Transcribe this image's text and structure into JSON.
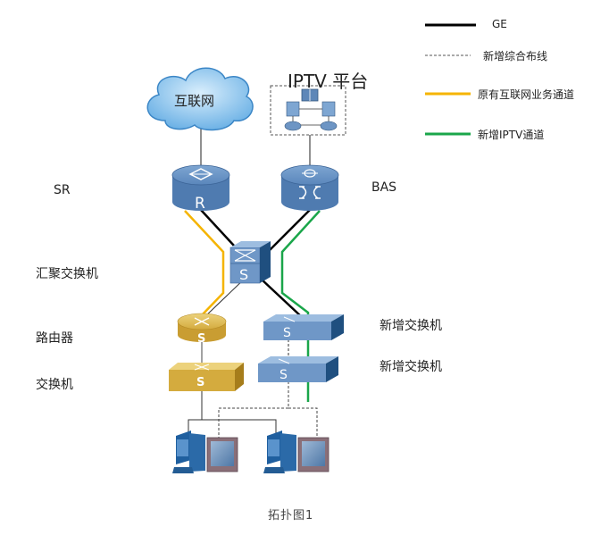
{
  "legend": {
    "items": [
      {
        "label": "GE",
        "style": "solid",
        "color": "#000000"
      },
      {
        "label": "新增综合布线",
        "style": "dashed",
        "color": "#555555"
      },
      {
        "label": "原有互联网业务通道",
        "style": "solid",
        "color": "#f5b400"
      },
      {
        "label": "新增IPTV通道",
        "style": "solid",
        "color": "#1aa64a"
      }
    ]
  },
  "nodes": {
    "internet": {
      "label": "互联网"
    },
    "iptv_platform": {
      "label": "IPTV 平台"
    },
    "sr": {
      "label": "SR",
      "glyph": "R"
    },
    "bas": {
      "label": "BAS"
    },
    "core_switch": {
      "label": "汇聚交换机",
      "glyph": "S"
    },
    "router": {
      "label": "路由器",
      "glyph": "S"
    },
    "switch_old": {
      "label": "交换机",
      "glyph": "S"
    },
    "new_switch_1": {
      "label": "新增交换机",
      "glyph": "S"
    },
    "new_switch_2": {
      "label": "新增交换机",
      "glyph": "S"
    }
  },
  "colors": {
    "device_blue": "#4f7bb0",
    "device_blue_light": "#7fa6cf",
    "device_gold": "#d9b34a",
    "cloud_fill": "#8ec6ee",
    "ge_line": "#000000",
    "internet_channel": "#f5b400",
    "iptv_channel": "#1aa64a"
  },
  "caption": "拓扑图1"
}
